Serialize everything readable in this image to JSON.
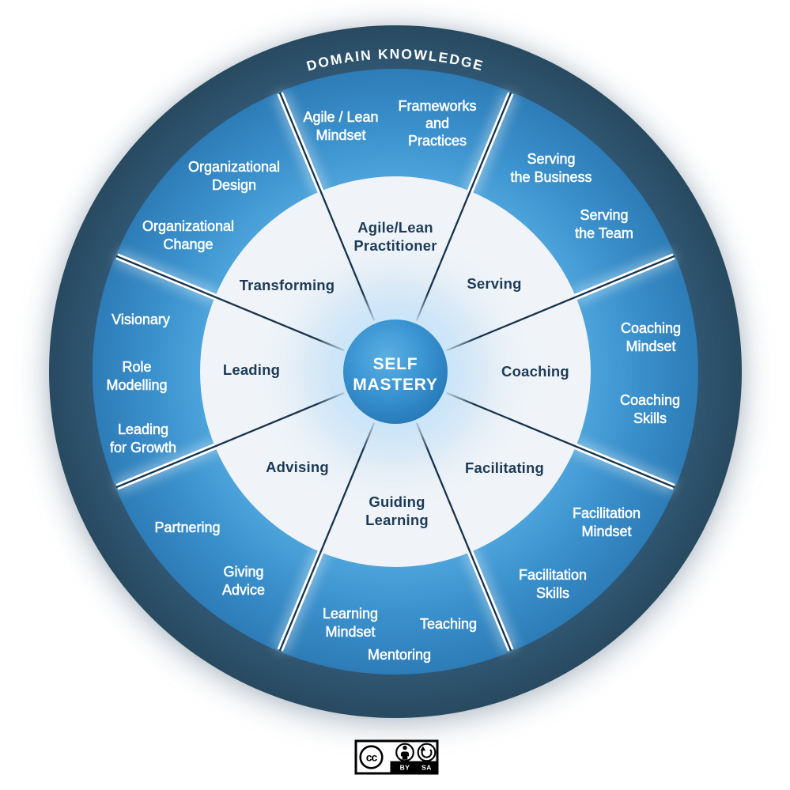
{
  "wheel": {
    "domain_ring_label": "DOMAIN KNOWLEDGE",
    "center": {
      "name": "Self Mastery",
      "lines": [
        "SELF",
        "MASTERY"
      ]
    },
    "sectors": [
      {
        "name": "Agile/Lean Practitioner",
        "label_lines": [
          "Agile/Lean",
          "Practitioner"
        ],
        "skills": [
          {
            "name": "Agile / Lean Mindset",
            "lines": [
              "Agile / Lean",
              "Mindset"
            ]
          },
          {
            "name": "Frameworks and Practices",
            "lines": [
              "Frameworks",
              "and",
              "Practices"
            ]
          }
        ]
      },
      {
        "name": "Serving",
        "label_lines": [
          "Serving"
        ],
        "skills": [
          {
            "name": "Serving the Business",
            "lines": [
              "Serving",
              "the Business"
            ]
          },
          {
            "name": "Serving the Team",
            "lines": [
              "Serving",
              "the Team"
            ]
          }
        ]
      },
      {
        "name": "Coaching",
        "label_lines": [
          "Coaching"
        ],
        "skills": [
          {
            "name": "Coaching Mindset",
            "lines": [
              "Coaching",
              "Mindset"
            ]
          },
          {
            "name": "Coaching Skills",
            "lines": [
              "Coaching",
              "Skills"
            ]
          }
        ]
      },
      {
        "name": "Facilitating",
        "label_lines": [
          "Facilitating"
        ],
        "skills": [
          {
            "name": "Facilitation Mindset",
            "lines": [
              "Facilitation",
              "Mindset"
            ]
          },
          {
            "name": "Facilitation Skills",
            "lines": [
              "Facilitation",
              "Skills"
            ]
          }
        ]
      },
      {
        "name": "Guiding Learning",
        "label_lines": [
          "Guiding",
          "Learning"
        ],
        "skills": [
          {
            "name": "Learning Mindset",
            "lines": [
              "Learning",
              "Mindset"
            ]
          },
          {
            "name": "Teaching",
            "lines": [
              "Teaching"
            ]
          },
          {
            "name": "Mentoring",
            "lines": [
              "Mentoring"
            ]
          }
        ]
      },
      {
        "name": "Advising",
        "label_lines": [
          "Advising"
        ],
        "skills": [
          {
            "name": "Partnering",
            "lines": [
              "Partnering"
            ]
          },
          {
            "name": "Giving Advice",
            "lines": [
              "Giving",
              "Advice"
            ]
          }
        ]
      },
      {
        "name": "Leading",
        "label_lines": [
          "Leading"
        ],
        "skills": [
          {
            "name": "Visionary",
            "lines": [
              "Visionary"
            ]
          },
          {
            "name": "Role Modelling",
            "lines": [
              "Role",
              "Modelling"
            ]
          },
          {
            "name": "Leading for Growth",
            "lines": [
              "Leading",
              "for Growth"
            ]
          }
        ]
      },
      {
        "name": "Transforming",
        "label_lines": [
          "Transforming"
        ],
        "skills": [
          {
            "name": "Organizational Design",
            "lines": [
              "Organizational",
              "Design"
            ]
          },
          {
            "name": "Organizational Change",
            "lines": [
              "Organizational",
              "Change"
            ]
          }
        ]
      }
    ]
  },
  "license": {
    "cc_label": "cc",
    "by_label": "BY",
    "sa_label": "SA"
  },
  "colors": {
    "outer_ring": "#2C5069",
    "skills_ring": "#3E94CF",
    "skills_ring_inner": "#4FA5DC",
    "inner_circle": "#F0F4F8",
    "center_circle": "#2F88C7",
    "center_glow": "#CBE5F9",
    "sector_label_text": "#1D3B57",
    "ring_label_text": "#FFFFFF",
    "divider_line": "#16334C"
  }
}
